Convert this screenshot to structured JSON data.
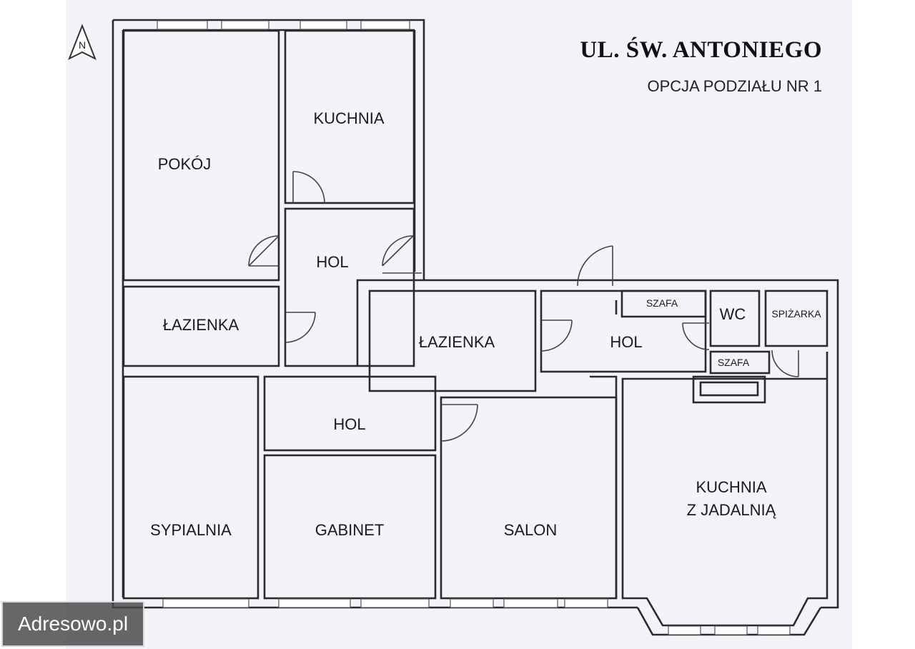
{
  "title": "UL. ŚW. ANTONIEGO",
  "subtitle": "OPCJA PODZIAŁU NR 1",
  "compass": {
    "letter": "N",
    "icon": "north-arrow-icon"
  },
  "watermark": "Adresowo.pl",
  "colors": {
    "background": "#f4f3f9",
    "room_fill_beige": "#ede5d3",
    "wall": "#2b2b2b"
  },
  "rooms": {
    "pokoj": "POKÓJ",
    "kuchnia_top": "KUCHNIA",
    "hol_top": "HOL",
    "lazienka_left": "ŁAZIENKA",
    "lazienka_mid": "ŁAZIENKA",
    "hol_right": "HOL",
    "szafa_top": "SZAFA",
    "wc": "WC",
    "spizarka": "SPIŻARKA",
    "szafa_bottom": "SZAFA",
    "hol_mid": "HOL",
    "sypialnia": "SYPIALNIA",
    "gabinet": "GABINET",
    "salon": "SALON",
    "kuchnia_z_jadalnia_line1": "KUCHNIA",
    "kuchnia_z_jadalnia_line2": "Z JADALNIĄ"
  }
}
